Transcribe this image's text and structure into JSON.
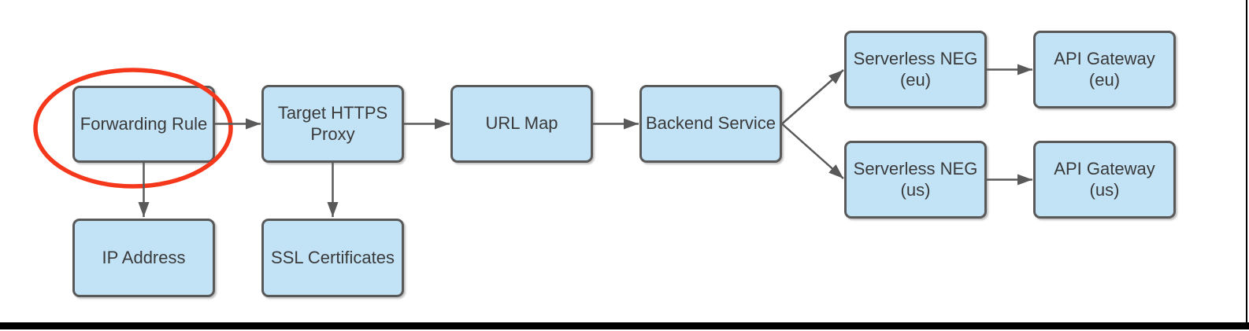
{
  "diagram": {
    "type": "flowchart",
    "nodes": [
      {
        "id": "forwarding-rule",
        "label": "Forwarding Rule"
      },
      {
        "id": "target-https-proxy",
        "label": "Target HTTPS\nProxy"
      },
      {
        "id": "url-map",
        "label": "URL Map"
      },
      {
        "id": "backend-service",
        "label": "Backend Service"
      },
      {
        "id": "serverless-neg-eu",
        "label": "Serverless NEG\n(eu)"
      },
      {
        "id": "api-gateway-eu",
        "label": "API Gateway\n(eu)"
      },
      {
        "id": "serverless-neg-us",
        "label": "Serverless NEG\n(us)"
      },
      {
        "id": "api-gateway-us",
        "label": "API Gateway\n(us)"
      },
      {
        "id": "ip-address",
        "label": "IP Address"
      },
      {
        "id": "ssl-certificates",
        "label": "SSL Certificates"
      }
    ],
    "edges": [
      {
        "from": "forwarding-rule",
        "to": "target-https-proxy"
      },
      {
        "from": "target-https-proxy",
        "to": "url-map"
      },
      {
        "from": "url-map",
        "to": "backend-service"
      },
      {
        "from": "backend-service",
        "to": "serverless-neg-eu"
      },
      {
        "from": "backend-service",
        "to": "serverless-neg-us"
      },
      {
        "from": "serverless-neg-eu",
        "to": "api-gateway-eu"
      },
      {
        "from": "serverless-neg-us",
        "to": "api-gateway-us"
      },
      {
        "from": "forwarding-rule",
        "to": "ip-address"
      },
      {
        "from": "target-https-proxy",
        "to": "ssl-certificates"
      }
    ],
    "annotations": [
      {
        "type": "ellipse-highlight",
        "around": "forwarding-rule",
        "color": "#f5381c"
      }
    ],
    "colors": {
      "node_fill": "#c2e2f6",
      "node_border": "#595959",
      "arrow": "#595959",
      "text": "#3a3a3a",
      "highlight_ellipse": "#f5381c",
      "frame_edge": "#000000",
      "background": "#ffffff"
    }
  }
}
